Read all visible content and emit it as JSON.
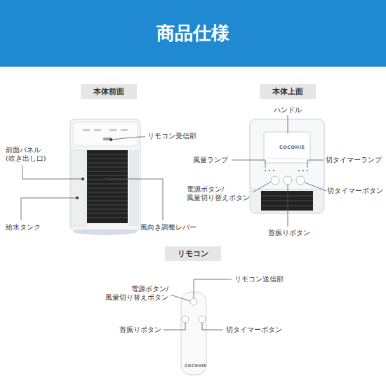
{
  "diagram": {
    "title": "商品仕様",
    "nodes": [
      {
        "text": [
          "本体前面"
        ]
      },
      {
        "text": [
          "本体上面"
        ]
      },
      {
        "text": [
          "リモコン"
        ]
      }
    ],
    "labels": [
      "リモコン受信部",
      "前面パネル (吹き出し口)",
      "風向き調整レバー",
      "給水タンク",
      "ハンドル",
      "風量ランプ",
      "切タイマーランプ",
      "電源ボタン/ 風量切り替えボタン",
      "切タイマーボタン",
      "首振りボタン",
      "COCOHIE",
      "リモコン送信部",
      "電源ボタン/ 風量切り替えボタン",
      "首振りボタン",
      "切タイマーボタン",
      "COCOHIE"
    ]
  }
}
